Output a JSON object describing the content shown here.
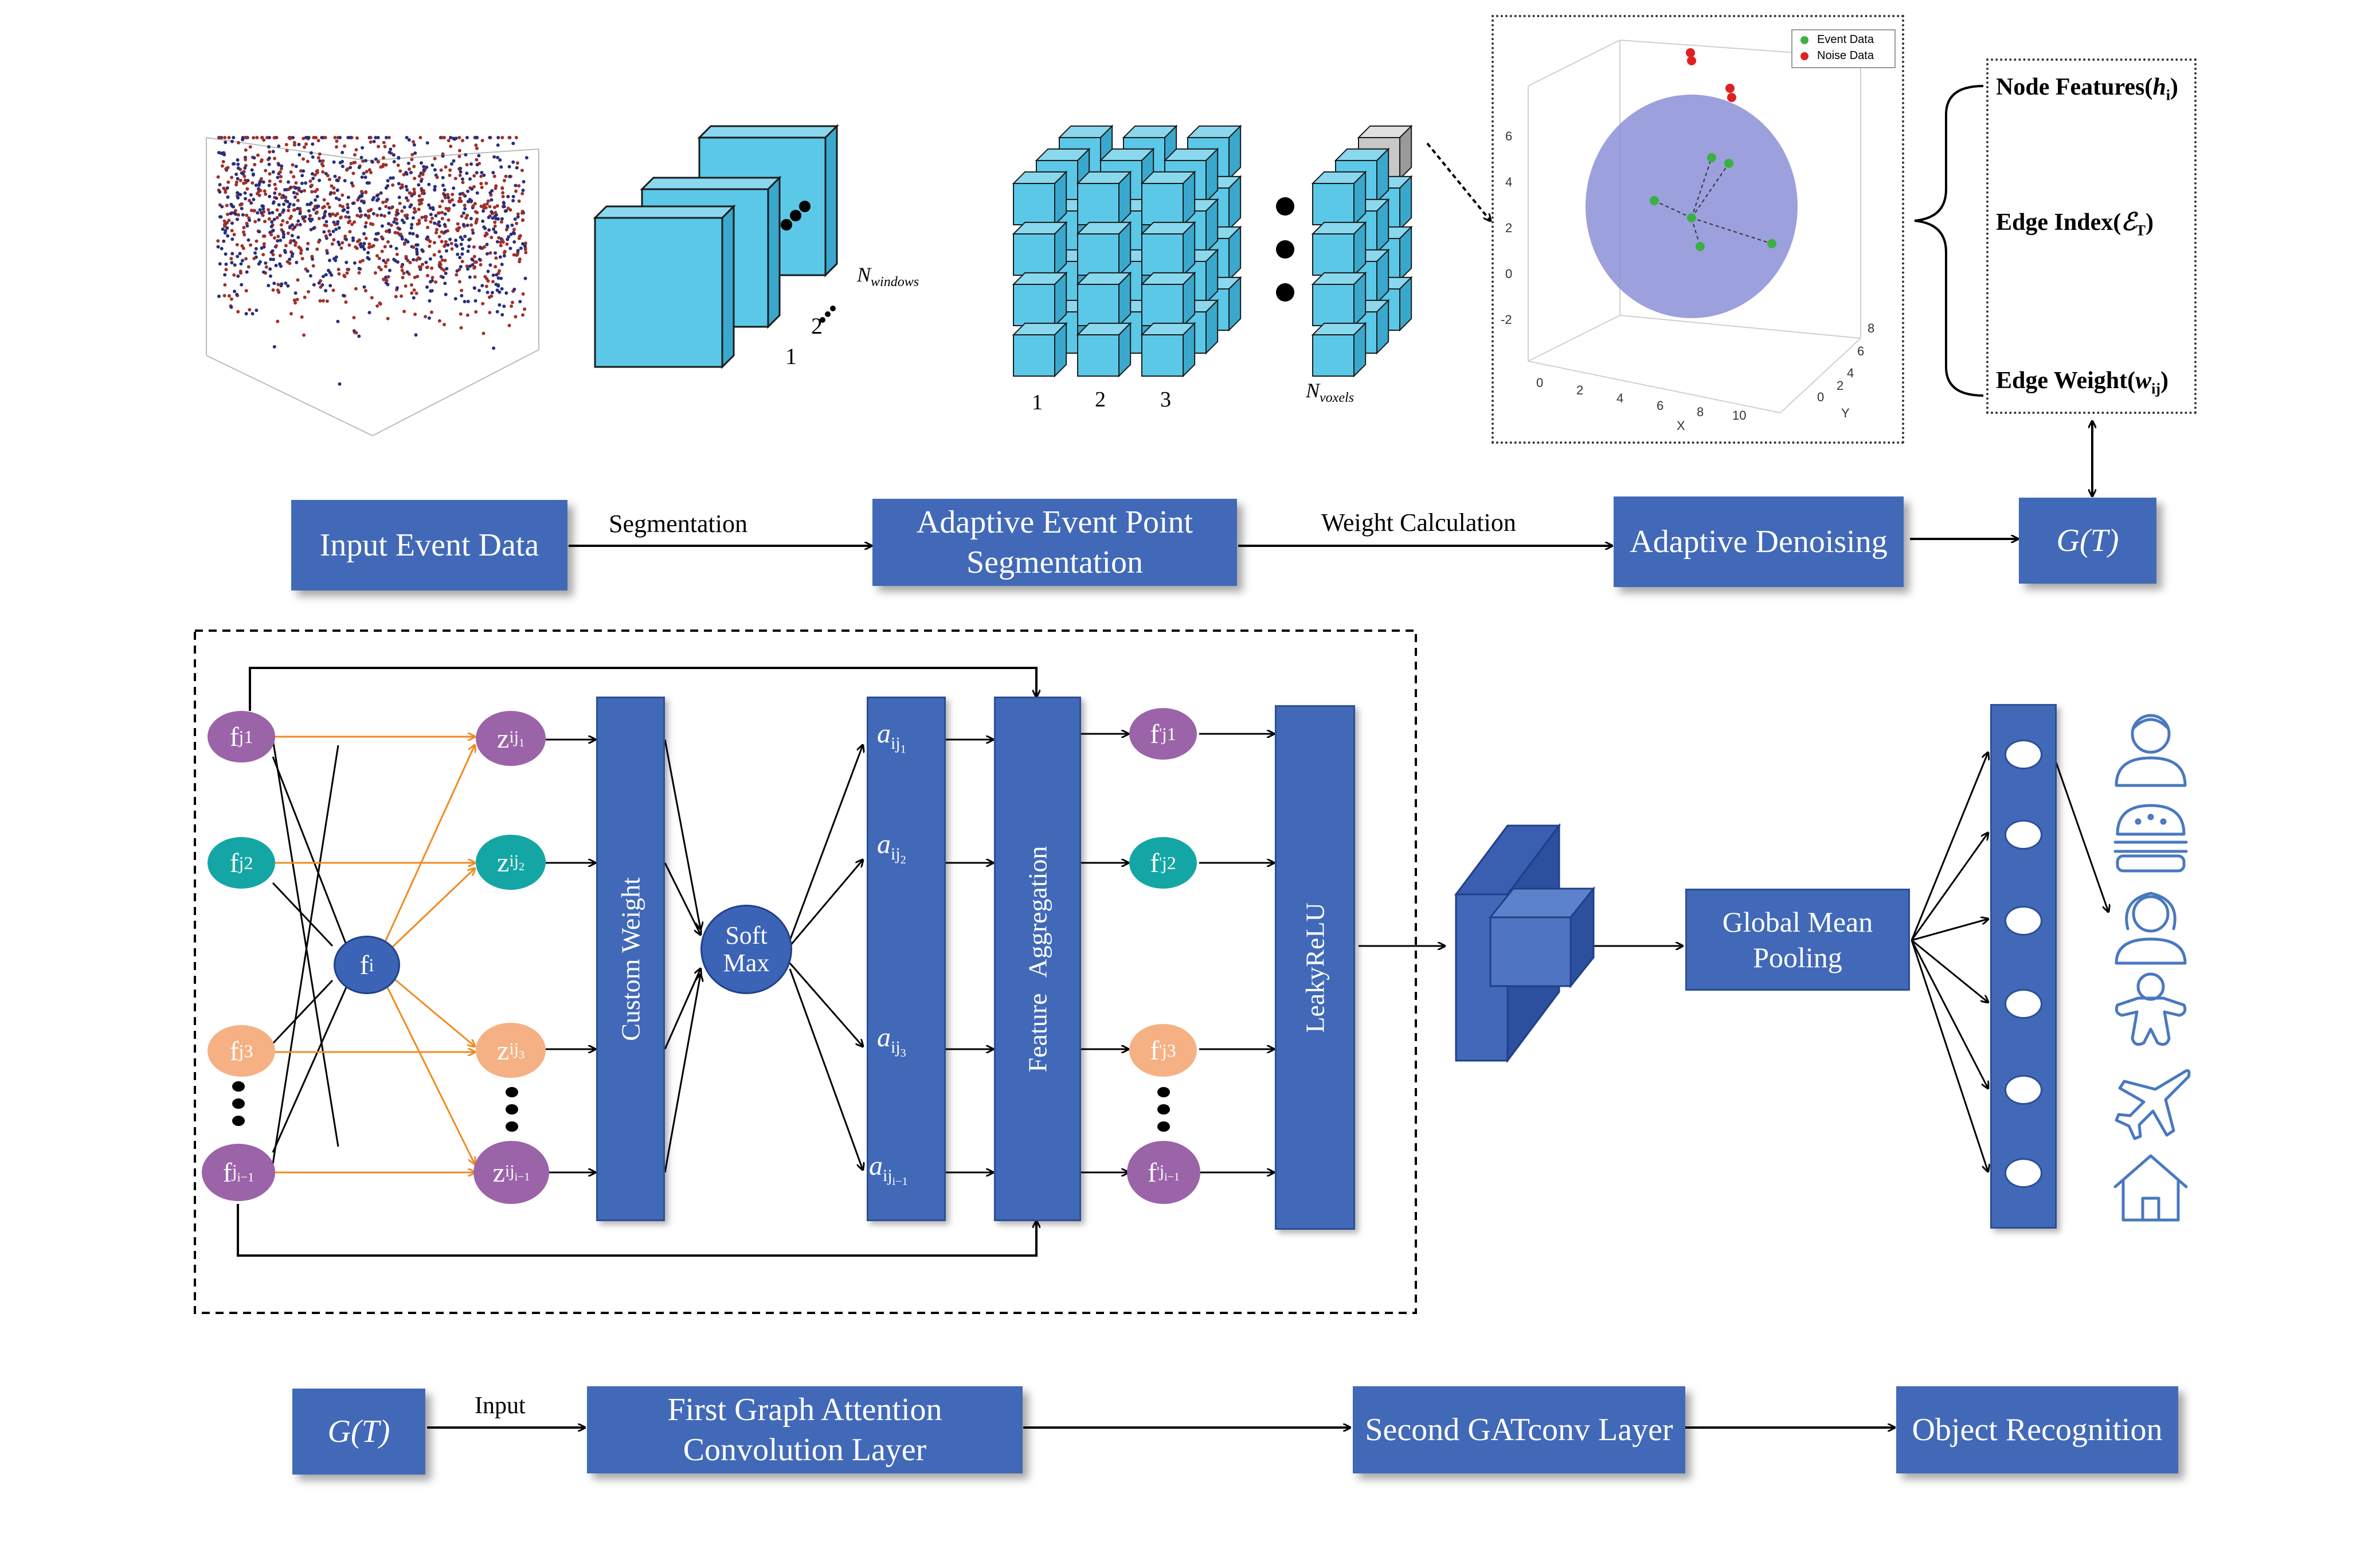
{
  "pipeline_top": {
    "input_event_data": "Input Event Data",
    "segmentation_edge": "Segmentation",
    "adaptive_seg": "Adaptive Event Point Segmentation",
    "weight_calc_edge": "Weight Calculation",
    "adaptive_denoising": "Adaptive Denoising",
    "graph_out": "G(T)"
  },
  "windows": {
    "label_1": "1",
    "label_2": "2",
    "n_windows": "N",
    "n_windows_sub": "windows"
  },
  "voxels": {
    "label_1": "1",
    "label_2": "2",
    "label_3": "3",
    "n_voxels": "N",
    "n_voxels_sub": "voxels"
  },
  "denoise_plot": {
    "legend_event": "Event Data",
    "legend_noise": "Noise Data",
    "y_ticks": [
      "6",
      "4",
      "2",
      "0",
      "-2"
    ],
    "x_ticks": [
      "0",
      "2",
      "4",
      "6",
      "8",
      "10"
    ],
    "x_label": "X",
    "y_axis_ticks": [
      "8",
      "6",
      "4",
      "2",
      "0"
    ],
    "y_axis_label": "Y",
    "colors": {
      "event": "#3cb043",
      "noise": "#e02020",
      "sphere": "#8b8fd6"
    }
  },
  "graph_features": {
    "node_features": "Node Features(",
    "node_features_sym": "h",
    "node_features_sub": "i",
    "edge_index": "Edge Index(",
    "edge_index_sym": "ℰ",
    "edge_index_sub": "T",
    "edge_weight": "Edge Weight(",
    "edge_weight_sym": "w",
    "edge_weight_sub": "ij"
  },
  "gat": {
    "f_j1": "f",
    "f_j1_sub": "j1",
    "f_j2": "f",
    "f_j2_sub": "j2",
    "f_j3": "f",
    "f_j3_sub": "j3",
    "f_ji1": "f",
    "f_ji1_sub": "j",
    "f_i": "f",
    "f_i_sub": "i",
    "z": "z",
    "z_sub": "ij",
    "custom_weight": "Custom Weight",
    "softmax_1": "Soft",
    "softmax_2": "Max",
    "a": "a",
    "a_sub": "ij",
    "feature_aggregation": "Feature Aggregation",
    "leaky_relu": "LeakyReLU",
    "f_prime": "f"
  },
  "pooling": {
    "label": "Global Mean Pooling"
  },
  "pipeline_bottom": {
    "graph_in": "G(T)",
    "input_edge": "Input",
    "first_layer": "First Graph Attention Convolution Layer",
    "second_layer": "Second GATconv Layer",
    "object_recognition": "Object Recognition"
  },
  "classes": [
    "person-icon",
    "burger-icon",
    "woman-icon",
    "gingerbread-icon",
    "airplane-icon",
    "house-icon"
  ],
  "colors": {
    "box": "#4169b8",
    "cube": "#5bc8e8",
    "orange_edge": "#f08a24",
    "icon": "#4a78c0"
  }
}
